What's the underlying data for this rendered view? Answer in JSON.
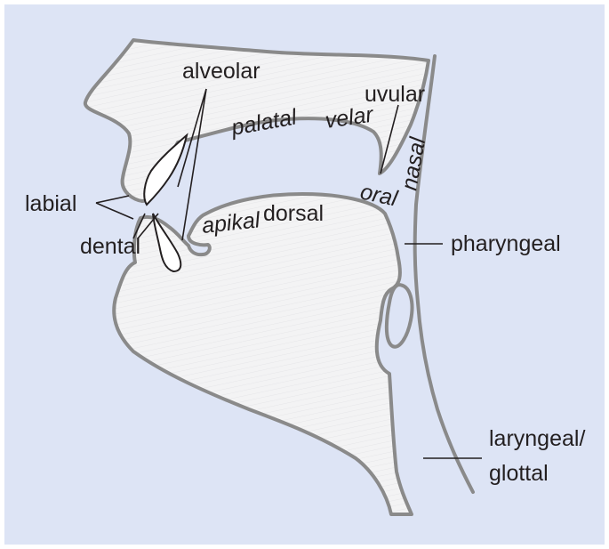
{
  "labels": {
    "alveolar": "alveolar",
    "uvular": "uvular",
    "palatal": "palatal",
    "velar": "velar",
    "nasal": "nasal",
    "labial": "labial",
    "dental": "dental",
    "oral": "oral",
    "apikal": "apikal",
    "dorsal": "dorsal",
    "pharyngeal": "pharyngeal",
    "laryngeal": "laryngeal/",
    "glottal": "glottal"
  },
  "colors": {
    "background": "#dde4f5",
    "tissue_fill": "#f2f2f3",
    "tissue_outline": "#8a8a8a",
    "leader_line": "#231f20",
    "text": "#231f20",
    "teeth_fill": "#ffffff"
  }
}
